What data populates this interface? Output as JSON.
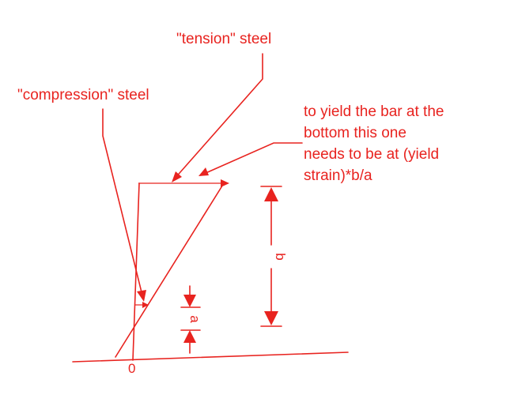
{
  "labels": {
    "tension": "\"tension\" steel",
    "compression": "\"compression\" steel",
    "note_line1": "to yield the bar at the",
    "note_line2": "bottom this one",
    "note_line3": "needs to be at (yield",
    "note_line4": "strain)*b/a",
    "zero": "0",
    "dim_b": "b",
    "dim_a": "a"
  },
  "colors": {
    "ink": "#e8231f",
    "background": "#ffffff"
  }
}
